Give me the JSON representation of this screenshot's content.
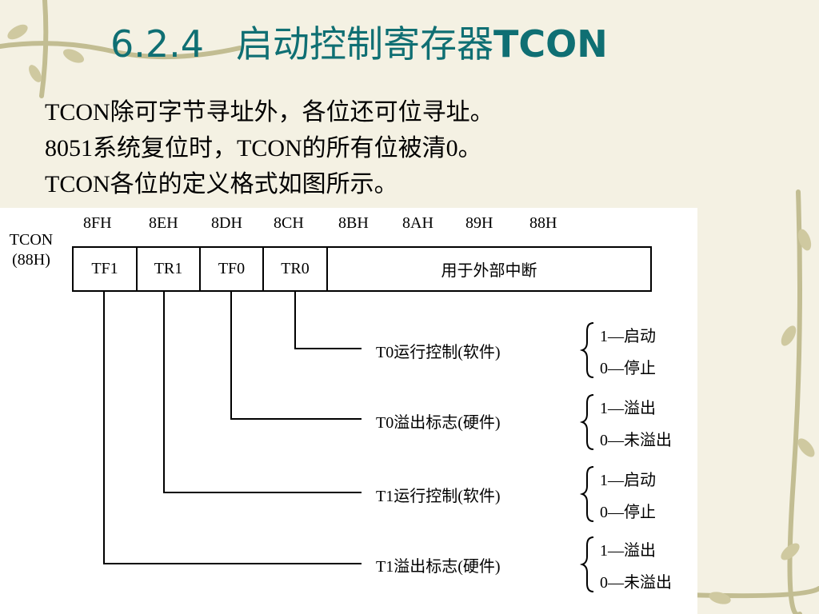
{
  "title": {
    "number": "6.2.4",
    "cn": "启动控制寄存器",
    "en": "TCON"
  },
  "paragraph": [
    "TCON除可字节寻址外，各位还可位寻址。",
    "8051系统复位时，TCON的所有位被清0。",
    "TCON各位的定义格式如图所示。"
  ],
  "register": {
    "name": "TCON",
    "address": "(88H)"
  },
  "bit_addresses": [
    "8FH",
    "8EH",
    "8DH",
    "8CH",
    "8BH",
    "8AH",
    "89H",
    "88H"
  ],
  "bits": [
    "TF1",
    "TR1",
    "TF0",
    "TR0"
  ],
  "low_bits_label": "用于外部中断",
  "descriptions": [
    {
      "text": "T0运行控制(软件)",
      "options": [
        "1—启动",
        "0—停止"
      ]
    },
    {
      "text": "T0溢出标志(硬件)",
      "options": [
        "1—溢出",
        "0—未溢出"
      ]
    },
    {
      "text": "T1运行控制(软件)",
      "options": [
        "1—启动",
        "0—停止"
      ]
    },
    {
      "text": "T1溢出标志(硬件)",
      "options": [
        "1—溢出",
        "0—未溢出"
      ]
    }
  ],
  "colors": {
    "title": "#0f6f73",
    "background": "#f4f1e3",
    "vine": "#b9b58a"
  }
}
